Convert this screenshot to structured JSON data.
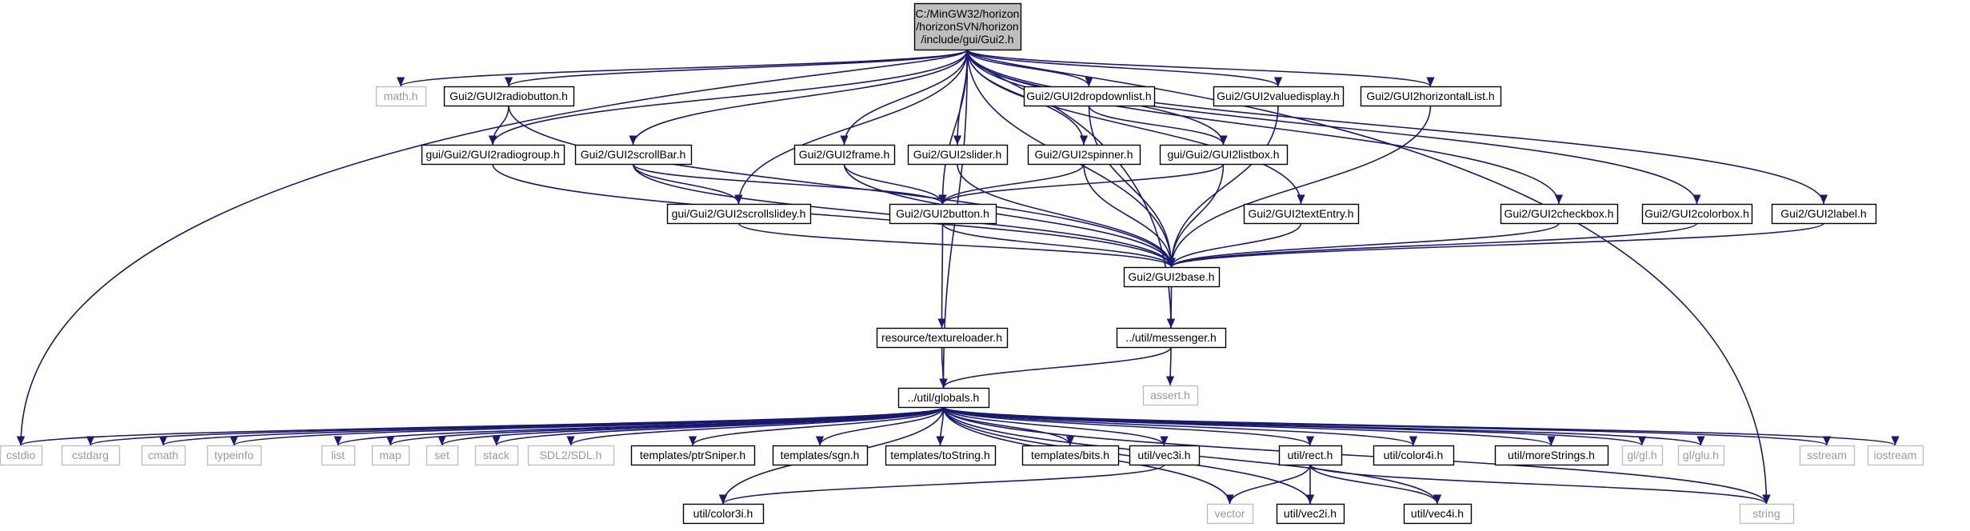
{
  "diagram": {
    "edge_color": "#191970",
    "nodes": {
      "root": {
        "lines": [
          "C:/MinGW32/horizon",
          "/horizonSVN/horizon",
          "/include/gui/Gui2.h"
        ],
        "style": "root"
      },
      "math": {
        "label": "math.h",
        "style": "external"
      },
      "radiobutton": {
        "label": "Gui2/GUI2radiobutton.h",
        "style": "normal"
      },
      "radiogroup": {
        "label": "gui/Gui2/GUI2radiogroup.h",
        "style": "normal"
      },
      "scrollbar": {
        "label": "Gui2/GUI2scrollBar.h",
        "style": "normal"
      },
      "scrollslidey": {
        "label": "gui/Gui2/GUI2scrollslidey.h",
        "style": "normal"
      },
      "frame": {
        "label": "Gui2/GUI2frame.h",
        "style": "normal"
      },
      "slider": {
        "label": "Gui2/GUI2slider.h",
        "style": "normal"
      },
      "spinner": {
        "label": "Gui2/GUI2spinner.h",
        "style": "normal"
      },
      "dropdownlist": {
        "label": "Gui2/GUI2dropdownlist.h",
        "style": "normal"
      },
      "listbox": {
        "label": "gui/Gui2/GUI2listbox.h",
        "style": "normal"
      },
      "valuedisplay": {
        "label": "Gui2/GUI2valuedisplay.h",
        "style": "normal"
      },
      "horizontallist": {
        "label": "Gui2/GUI2horizontalList.h",
        "style": "normal"
      },
      "button": {
        "label": "Gui2/GUI2button.h",
        "style": "normal"
      },
      "textentry": {
        "label": "Gui2/GUI2textEntry.h",
        "style": "normal"
      },
      "checkbox": {
        "label": "Gui2/GUI2checkbox.h",
        "style": "normal"
      },
      "colorbox": {
        "label": "Gui2/GUI2colorbox.h",
        "style": "normal"
      },
      "label": {
        "label": "Gui2/GUI2label.h",
        "style": "normal"
      },
      "base": {
        "label": "Gui2/GUI2base.h",
        "style": "normal"
      },
      "textureloader": {
        "label": "resource/textureloader.h",
        "style": "normal"
      },
      "messenger": {
        "label": "../util/messenger.h",
        "style": "normal"
      },
      "assert": {
        "label": "assert.h",
        "style": "external"
      },
      "globals": {
        "label": "../util/globals.h",
        "style": "normal"
      },
      "cstdio": {
        "label": "cstdio",
        "style": "external"
      },
      "cstdarg": {
        "label": "cstdarg",
        "style": "external"
      },
      "cmath": {
        "label": "cmath",
        "style": "external"
      },
      "typeinfo": {
        "label": "typeinfo",
        "style": "external"
      },
      "list": {
        "label": "list",
        "style": "external"
      },
      "map": {
        "label": "map",
        "style": "external"
      },
      "set": {
        "label": "set",
        "style": "external"
      },
      "stack": {
        "label": "stack",
        "style": "external"
      },
      "sdl": {
        "label": "SDL2/SDL.h",
        "style": "external"
      },
      "ptrsniper": {
        "label": "templates/ptrSniper.h",
        "style": "normal"
      },
      "sgn": {
        "label": "templates/sgn.h",
        "style": "normal"
      },
      "tostring": {
        "label": "templates/toString.h",
        "style": "normal"
      },
      "bits": {
        "label": "templates/bits.h",
        "style": "normal"
      },
      "vec3i": {
        "label": "util/vec3i.h",
        "style": "normal"
      },
      "rect": {
        "label": "util/rect.h",
        "style": "normal"
      },
      "color4i": {
        "label": "util/color4i.h",
        "style": "normal"
      },
      "morestrings": {
        "label": "util/moreStrings.h",
        "style": "normal"
      },
      "gl": {
        "label": "gl/gl.h",
        "style": "external"
      },
      "glu": {
        "label": "gl/glu.h",
        "style": "external"
      },
      "sstream": {
        "label": "sstream",
        "style": "external"
      },
      "iostream": {
        "label": "iostream",
        "style": "external"
      },
      "color3i": {
        "label": "util/color3i.h",
        "style": "normal"
      },
      "vector": {
        "label": "vector",
        "style": "external"
      },
      "vec2i": {
        "label": "util/vec2i.h",
        "style": "normal"
      },
      "vec4i": {
        "label": "util/vec4i.h",
        "style": "normal"
      },
      "string": {
        "label": "string",
        "style": "external"
      }
    },
    "edges": [
      [
        "root",
        "math"
      ],
      [
        "root",
        "radiobutton"
      ],
      [
        "root",
        "radiogroup"
      ],
      [
        "root",
        "scrollbar"
      ],
      [
        "root",
        "scrollslidey"
      ],
      [
        "root",
        "frame"
      ],
      [
        "root",
        "slider"
      ],
      [
        "root",
        "spinner"
      ],
      [
        "root",
        "dropdownlist"
      ],
      [
        "root",
        "listbox"
      ],
      [
        "root",
        "valuedisplay"
      ],
      [
        "root",
        "horizontallist"
      ],
      [
        "root",
        "button"
      ],
      [
        "root",
        "textentry"
      ],
      [
        "root",
        "checkbox"
      ],
      [
        "root",
        "colorbox"
      ],
      [
        "root",
        "label"
      ],
      [
        "root",
        "base"
      ],
      [
        "root",
        "messenger"
      ],
      [
        "root",
        "globals"
      ],
      [
        "root",
        "cstdio"
      ],
      [
        "root",
        "string"
      ],
      [
        "radiobutton",
        "radiogroup"
      ],
      [
        "radiobutton",
        "base"
      ],
      [
        "radiogroup",
        "base"
      ],
      [
        "scrollbar",
        "scrollslidey"
      ],
      [
        "scrollbar",
        "button"
      ],
      [
        "scrollbar",
        "base"
      ],
      [
        "scrollslidey",
        "base"
      ],
      [
        "frame",
        "button"
      ],
      [
        "frame",
        "base"
      ],
      [
        "slider",
        "base"
      ],
      [
        "spinner",
        "button"
      ],
      [
        "spinner",
        "base"
      ],
      [
        "dropdownlist",
        "listbox"
      ],
      [
        "dropdownlist",
        "base"
      ],
      [
        "listbox",
        "button"
      ],
      [
        "listbox",
        "base"
      ],
      [
        "valuedisplay",
        "base"
      ],
      [
        "horizontallist",
        "base"
      ],
      [
        "textentry",
        "base"
      ],
      [
        "checkbox",
        "base"
      ],
      [
        "colorbox",
        "base"
      ],
      [
        "label",
        "base"
      ],
      [
        "button",
        "base"
      ],
      [
        "button",
        "textureloader"
      ],
      [
        "base",
        "messenger"
      ],
      [
        "messenger",
        "globals"
      ],
      [
        "messenger",
        "assert"
      ],
      [
        "textureloader",
        "globals"
      ],
      [
        "globals",
        "cstdio"
      ],
      [
        "globals",
        "cstdarg"
      ],
      [
        "globals",
        "cmath"
      ],
      [
        "globals",
        "typeinfo"
      ],
      [
        "globals",
        "list"
      ],
      [
        "globals",
        "map"
      ],
      [
        "globals",
        "set"
      ],
      [
        "globals",
        "stack"
      ],
      [
        "globals",
        "sdl"
      ],
      [
        "globals",
        "ptrsniper"
      ],
      [
        "globals",
        "sgn"
      ],
      [
        "globals",
        "tostring"
      ],
      [
        "globals",
        "bits"
      ],
      [
        "globals",
        "vec3i"
      ],
      [
        "globals",
        "rect"
      ],
      [
        "globals",
        "color4i"
      ],
      [
        "globals",
        "morestrings"
      ],
      [
        "globals",
        "gl"
      ],
      [
        "globals",
        "glu"
      ],
      [
        "globals",
        "sstream"
      ],
      [
        "globals",
        "iostream"
      ],
      [
        "globals",
        "color3i"
      ],
      [
        "globals",
        "vector"
      ],
      [
        "globals",
        "vec2i"
      ],
      [
        "globals",
        "vec4i"
      ],
      [
        "globals",
        "string"
      ],
      [
        "vec3i",
        "color3i"
      ],
      [
        "rect",
        "vector"
      ],
      [
        "rect",
        "vec2i"
      ],
      [
        "rect",
        "vec4i"
      ],
      [
        "rect",
        "string"
      ]
    ]
  }
}
